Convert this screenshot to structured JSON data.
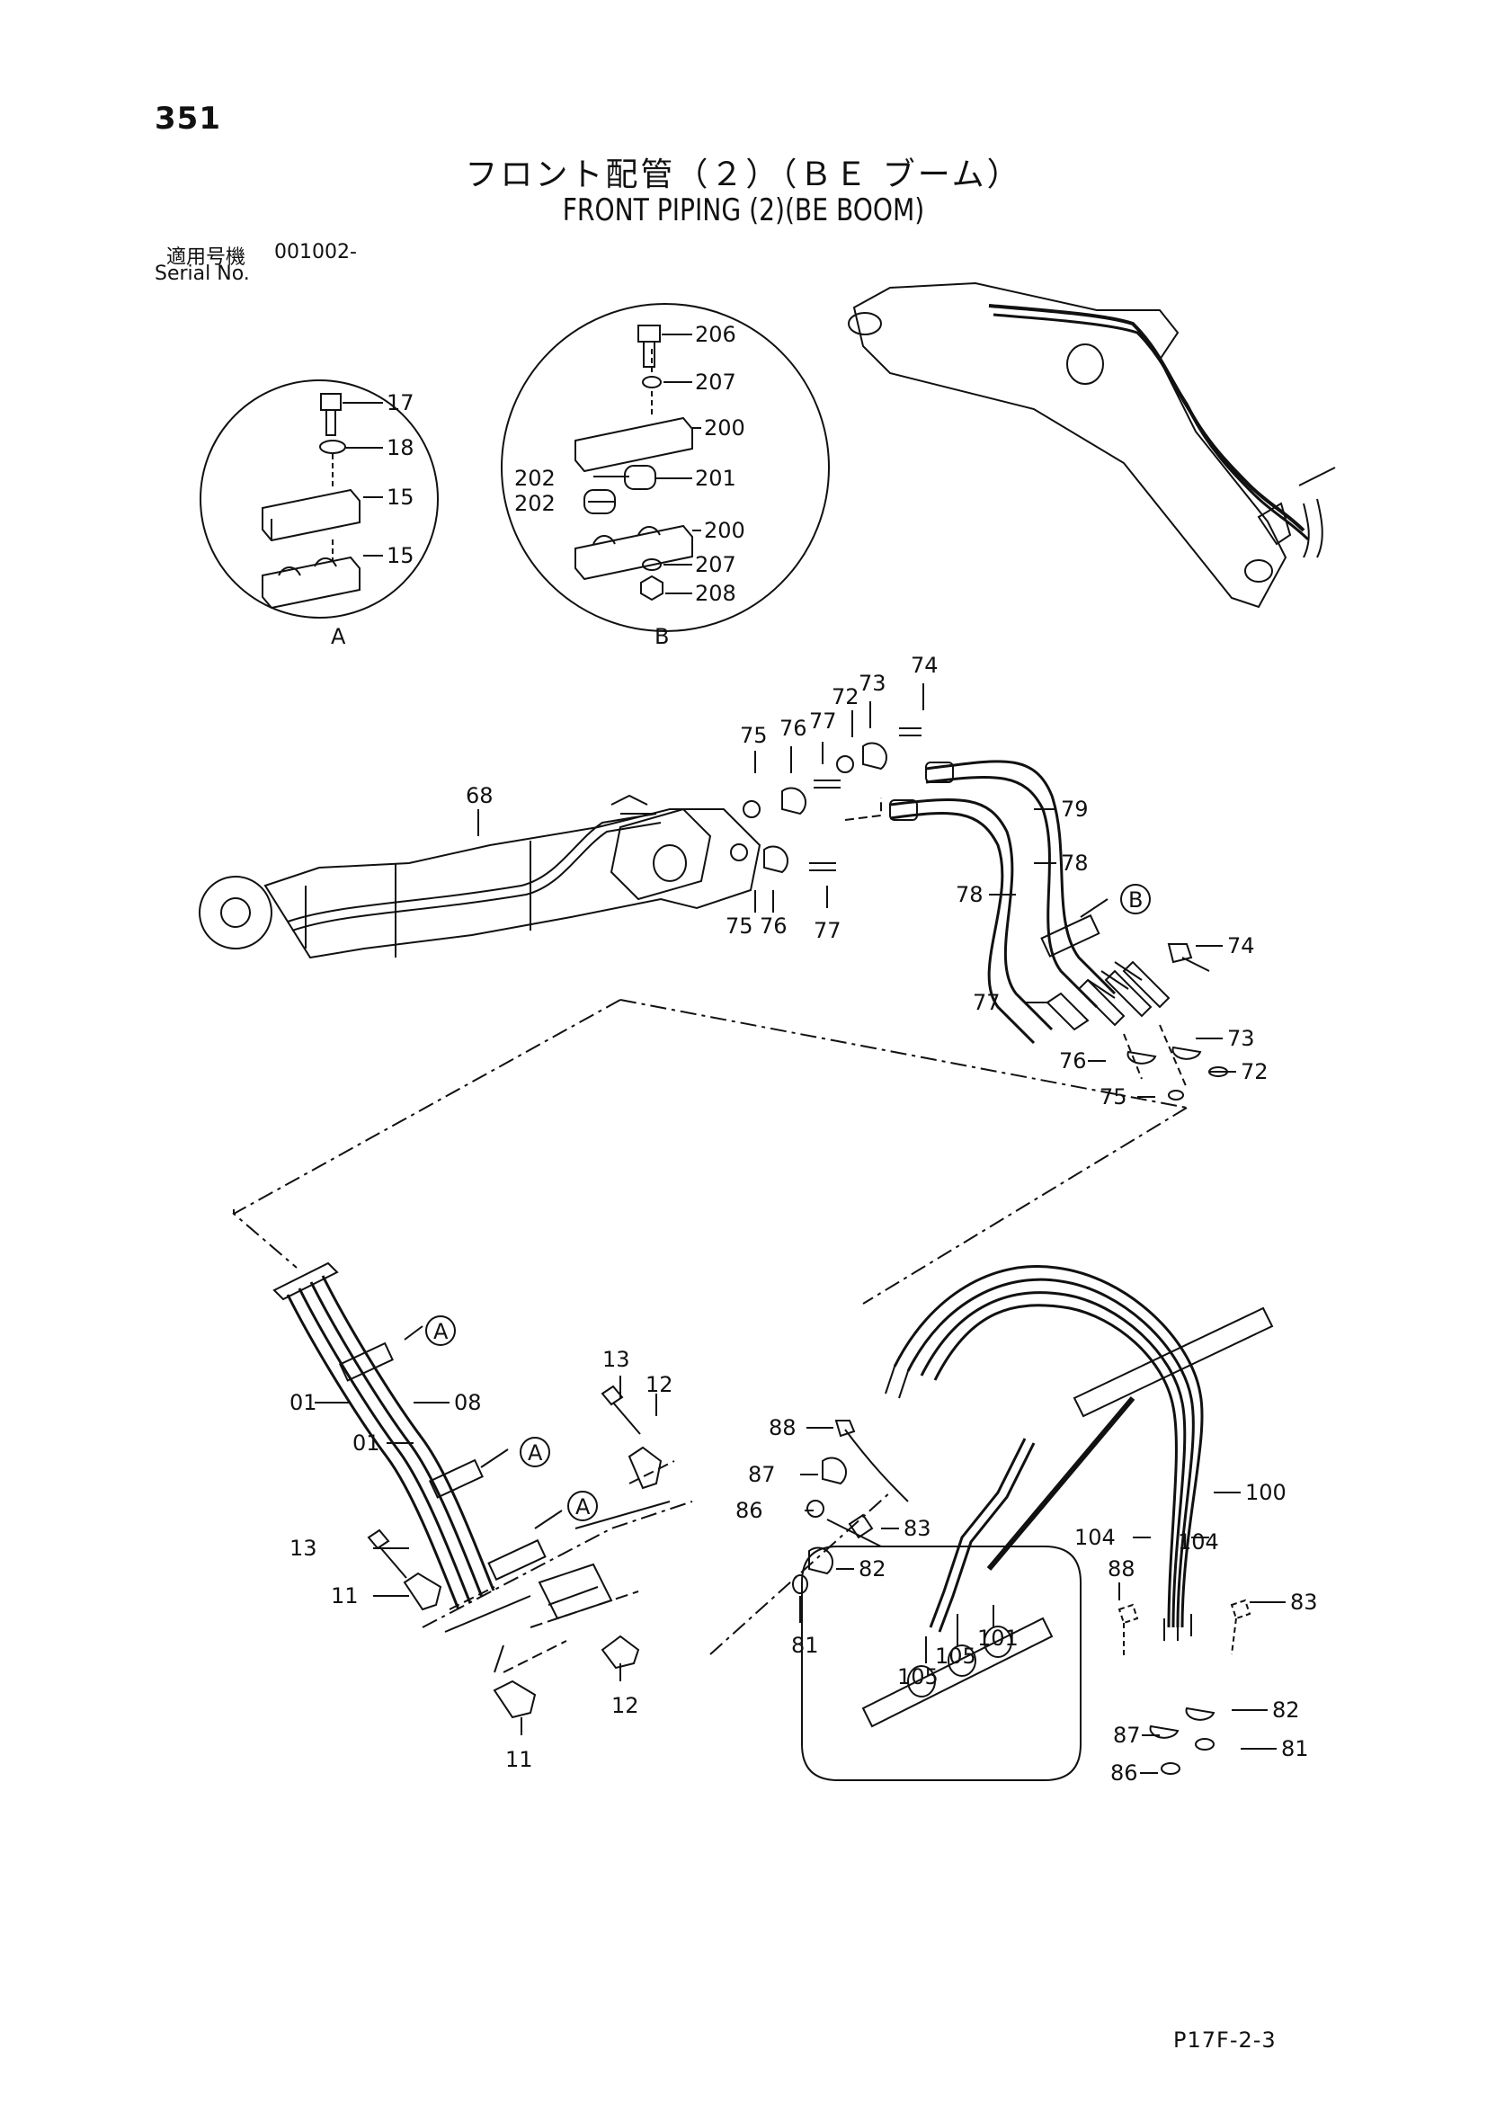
{
  "page_number": "351",
  "title_ja": "フロント配管（２）（ＢＥ ブーム）",
  "title_en": "FRONT PIPING (2)(BE BOOM)",
  "serial_label_ja": "適用号機",
  "serial_value": "001002-",
  "serial_label_en": "Serial No.",
  "page_code": "P17F-2-3",
  "detail_views": {
    "A": {
      "label": "A",
      "parts": [
        "17",
        "18",
        "15",
        "15"
      ]
    },
    "B": {
      "label": "B",
      "parts": [
        "206",
        "207",
        "200",
        "202",
        "201",
        "202",
        "200",
        "207",
        "208"
      ]
    }
  },
  "callouts": {
    "c74a": "74",
    "c72a": "72",
    "c73a": "73",
    "c77a": "77",
    "c76a": "76",
    "c75a": "75",
    "c68": "68",
    "c79": "79",
    "c78a": "78",
    "c78b": "78",
    "cB": "B",
    "c75b": "75",
    "c76b": "76",
    "c77b": "77",
    "c74b": "74",
    "c77c": "77",
    "c73b": "73",
    "c76c": "76",
    "c72b": "72",
    "c75c": "75",
    "cA1": "A",
    "cA2": "A",
    "cA3": "A",
    "c01a": "01",
    "c08": "08",
    "c01b": "01",
    "c13a": "13",
    "c12a": "12",
    "c13b": "13",
    "c11a": "11",
    "c12b": "12",
    "c11b": "11",
    "c88a": "88",
    "c87a": "87",
    "c86a": "86",
    "c83a": "83",
    "c82a": "82",
    "c81a": "81",
    "c100": "100",
    "c104a": "104",
    "c104b": "104",
    "c88b": "88",
    "c83b": "83",
    "c82b": "82",
    "c87b": "87",
    "c81b": "81",
    "c86b": "86",
    "c101": "101",
    "c105a": "105",
    "c105b": "105"
  }
}
